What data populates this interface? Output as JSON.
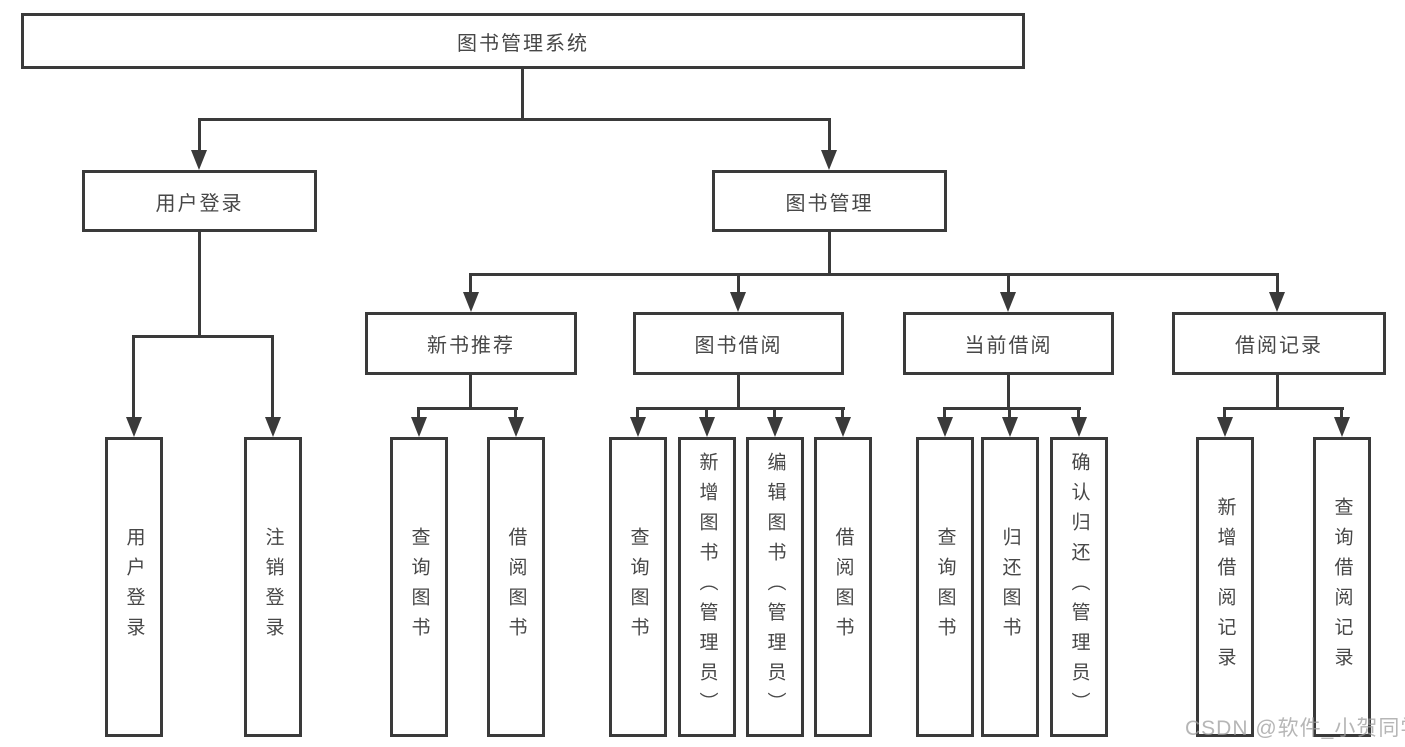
{
  "diagram": {
    "root": "图书管理系统",
    "branches": [
      {
        "label": "用户登录",
        "children": [
          "用户登录",
          "注销登录"
        ]
      },
      {
        "label": "图书管理",
        "groups": [
          {
            "label": "新书推荐",
            "children": [
              "查询图书",
              "借阅图书"
            ]
          },
          {
            "label": "图书借阅",
            "children": [
              "查询图书",
              "新增图书（管理员）",
              "编辑图书（管理员）",
              "借阅图书"
            ]
          },
          {
            "label": "当前借阅",
            "children": [
              "查询图书",
              "归还图书",
              "确认归还（管理员）"
            ]
          },
          {
            "label": "借阅记录",
            "children": [
              "新增借阅记录",
              "查询借阅记录"
            ]
          }
        ]
      }
    ]
  },
  "watermark": "CSDN @软件_小贺同学",
  "colors": {
    "line": "#3a3a3a",
    "text": "#474747",
    "watermark": "#9e9e9e",
    "background": "#ffffff"
  }
}
